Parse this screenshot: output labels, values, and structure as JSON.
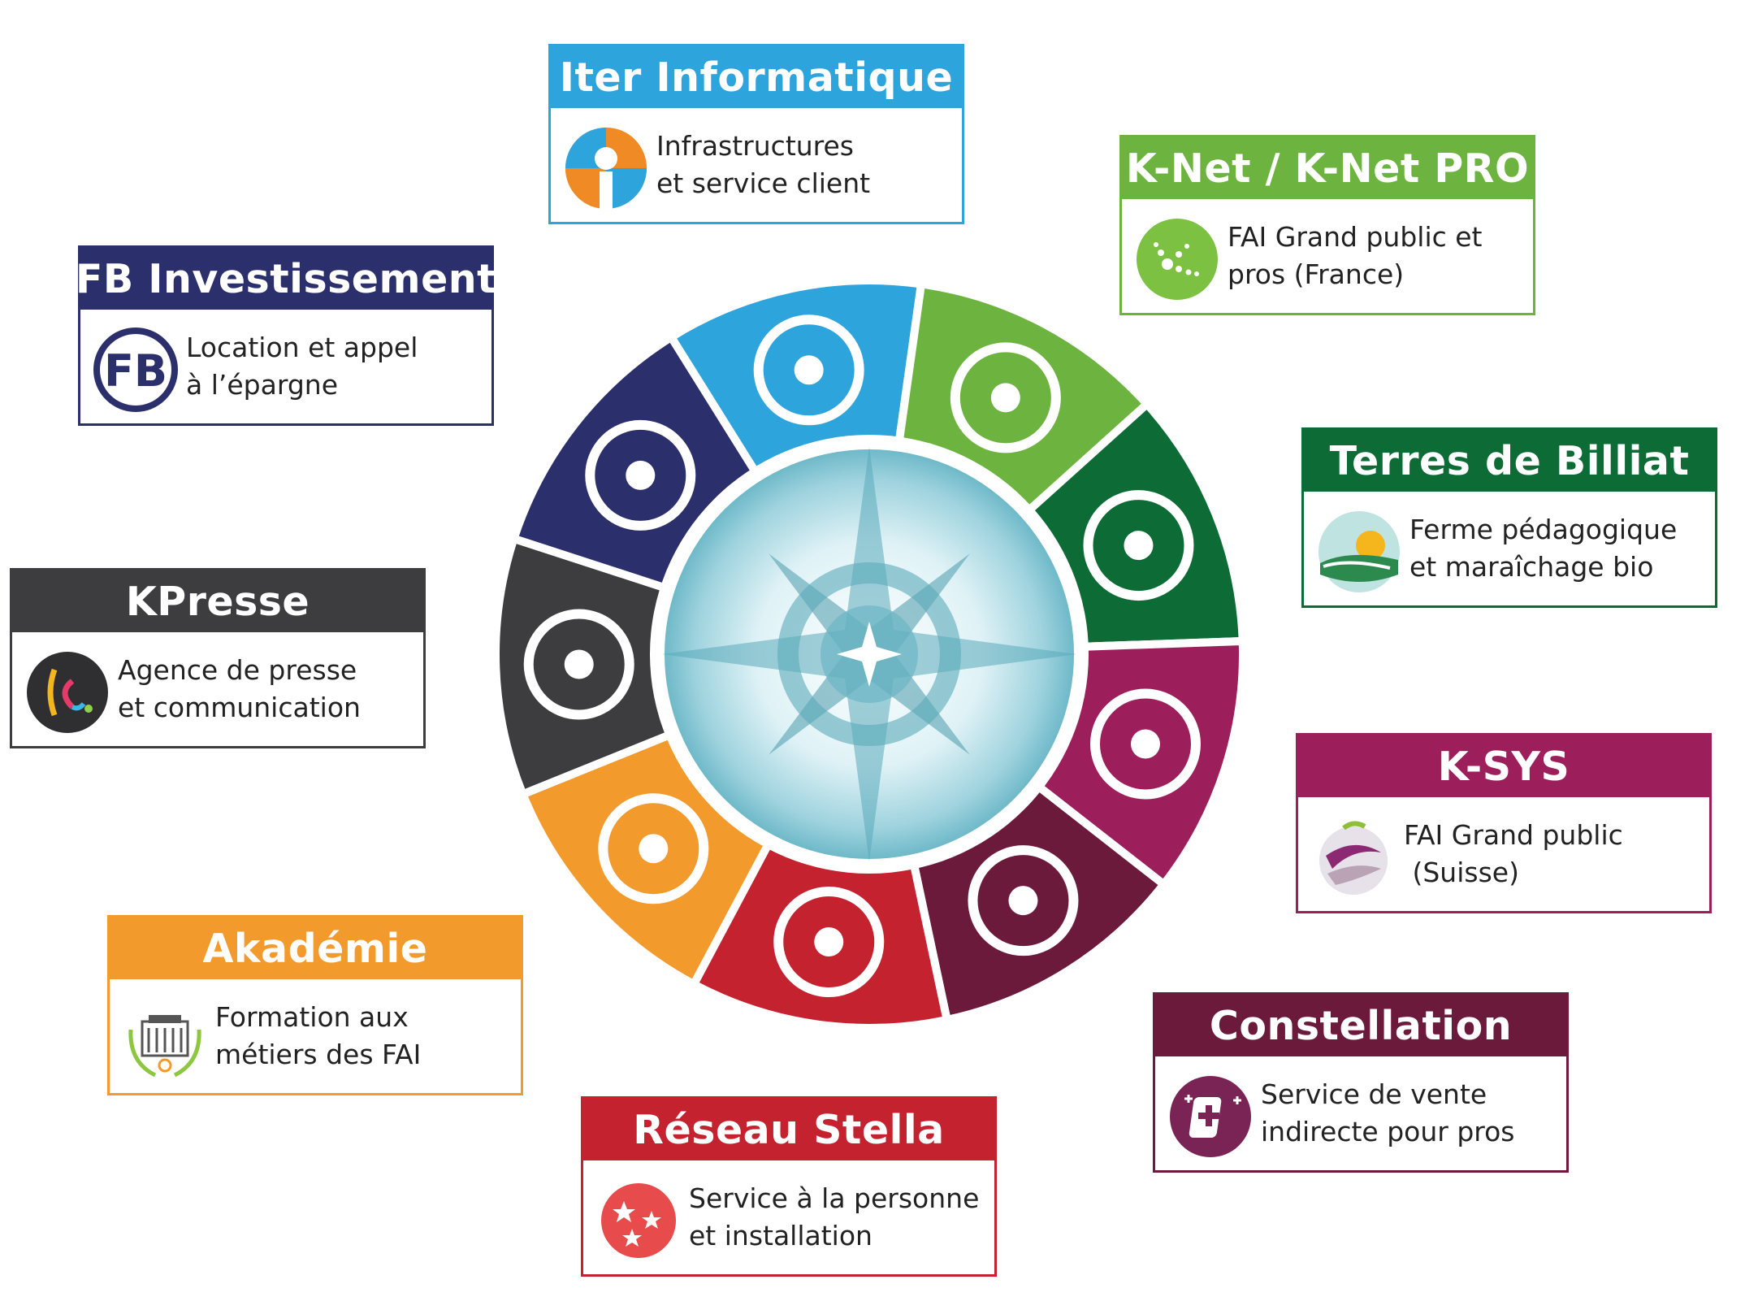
{
  "cards": {
    "iter": {
      "title": "Iter Informatique",
      "line1": "Infrastructures",
      "line2": "et service client",
      "color": "#2ea4dc"
    },
    "knet": {
      "title": "K-Net / K-Net PRO",
      "line1": "FAI Grand public et",
      "line2": "pros (France)",
      "color": "#6db33f"
    },
    "fb": {
      "title": "FB Investissement",
      "line1": "Location et appel",
      "line2": "à l’épargne",
      "color": "#2b2f6b"
    },
    "terres": {
      "title": "Terres de Billiat",
      "line1": "Ferme pédagogique",
      "line2": "et maraîchage bio",
      "color": "#0d6b36"
    },
    "kpresse": {
      "title": "KPresse",
      "line1": "Agence de presse",
      "line2": "et communication",
      "color": "#3d3d3f"
    },
    "ksys": {
      "title": "K-SYS",
      "line1": "FAI Grand public",
      "line2": " (Suisse)",
      "color": "#9c1f5c"
    },
    "akademie": {
      "title": "Akadémie",
      "line1": "Formation aux",
      "line2": "métiers des FAI",
      "color": "#f39a2c"
    },
    "constellation": {
      "title": "Constellation",
      "line1": "Service de vente",
      "line2": "indirecte pour pros",
      "color": "#6b1a3c"
    },
    "stella": {
      "title": "Réseau Stella",
      "line1": "Service à la personne",
      "line2": "et installation",
      "color": "#c4222f"
    }
  },
  "wheel_segments": [
    {
      "key": "iter",
      "icon": "network-icon"
    },
    {
      "key": "knet",
      "icon": "k-dots-icon"
    },
    {
      "key": "terres",
      "icon": "landscape-icon"
    },
    {
      "key": "ksys",
      "icon": "ribbon-sphere-icon"
    },
    {
      "key": "constellation",
      "icon": "cross-plus-icon"
    },
    {
      "key": "stella",
      "icon": "stars-icon"
    },
    {
      "key": "akademie",
      "icon": "building-icon"
    },
    {
      "key": "kpresse",
      "icon": "kpresse-logo-icon"
    },
    {
      "key": "fb",
      "icon": "fb-logo-icon"
    }
  ],
  "center": {
    "icon": "compass-rose-icon"
  }
}
